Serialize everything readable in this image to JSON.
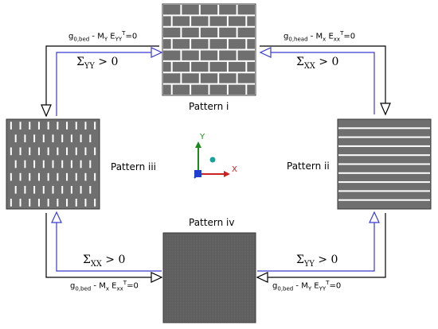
{
  "patterns": {
    "p1": "Pattern i",
    "p2": "Pattern ii",
    "p3": "Pattern iii",
    "p4": "Pattern iv"
  },
  "conditions": {
    "top_left": {
      "g": "g",
      "g_sub": "0,bed",
      "mid": " - M",
      "m_sub": "Y",
      "e": " E",
      "e_sup": "T",
      "e_sub": "YY",
      "rhs": "=0"
    },
    "top_right": {
      "g": "g",
      "g_sub": "0,head",
      "mid": " - M",
      "m_sub": "x",
      "e": " E",
      "e_sup": "T",
      "e_sub": "xx",
      "rhs": "=0"
    },
    "bottom_left": {
      "g": "g",
      "g_sub": "0,bed",
      "mid": " - M",
      "m_sub": "x",
      "e": " E",
      "e_sup": "T",
      "e_sub": "xx",
      "rhs": "=0"
    },
    "bottom_right": {
      "g": "g",
      "g_sub": "0,bed",
      "mid": " - M",
      "m_sub": "Y",
      "e": " E",
      "e_sup": "T",
      "e_sub": "YY",
      "rhs": "=0"
    }
  },
  "stresses": {
    "top_left": {
      "sym": "Σ",
      "sub": "YY",
      "rel": " > 0"
    },
    "top_right": {
      "sym": "Σ",
      "sub": "XX",
      "rel": " > 0"
    },
    "bottom_left": {
      "sym": "Σ",
      "sub": "XX",
      "rel": " > 0"
    },
    "bottom_right": {
      "sym": "Σ",
      "sub": "YY",
      "rel": " > 0"
    }
  },
  "axes": {
    "y": "Y",
    "x": "X"
  },
  "colors": {
    "tile": "#6f6f6f",
    "tile_edge": "#3a3a3a",
    "mortar": "#ffffff",
    "blue_path": "#3a3ad0",
    "black_path": "#000000",
    "axis_y": "#1a8a1a",
    "axis_x": "#cc2222",
    "axis_z": "#1f3fcf",
    "dot": "#19a39a",
    "fine_tile": "#5a5a5a"
  }
}
